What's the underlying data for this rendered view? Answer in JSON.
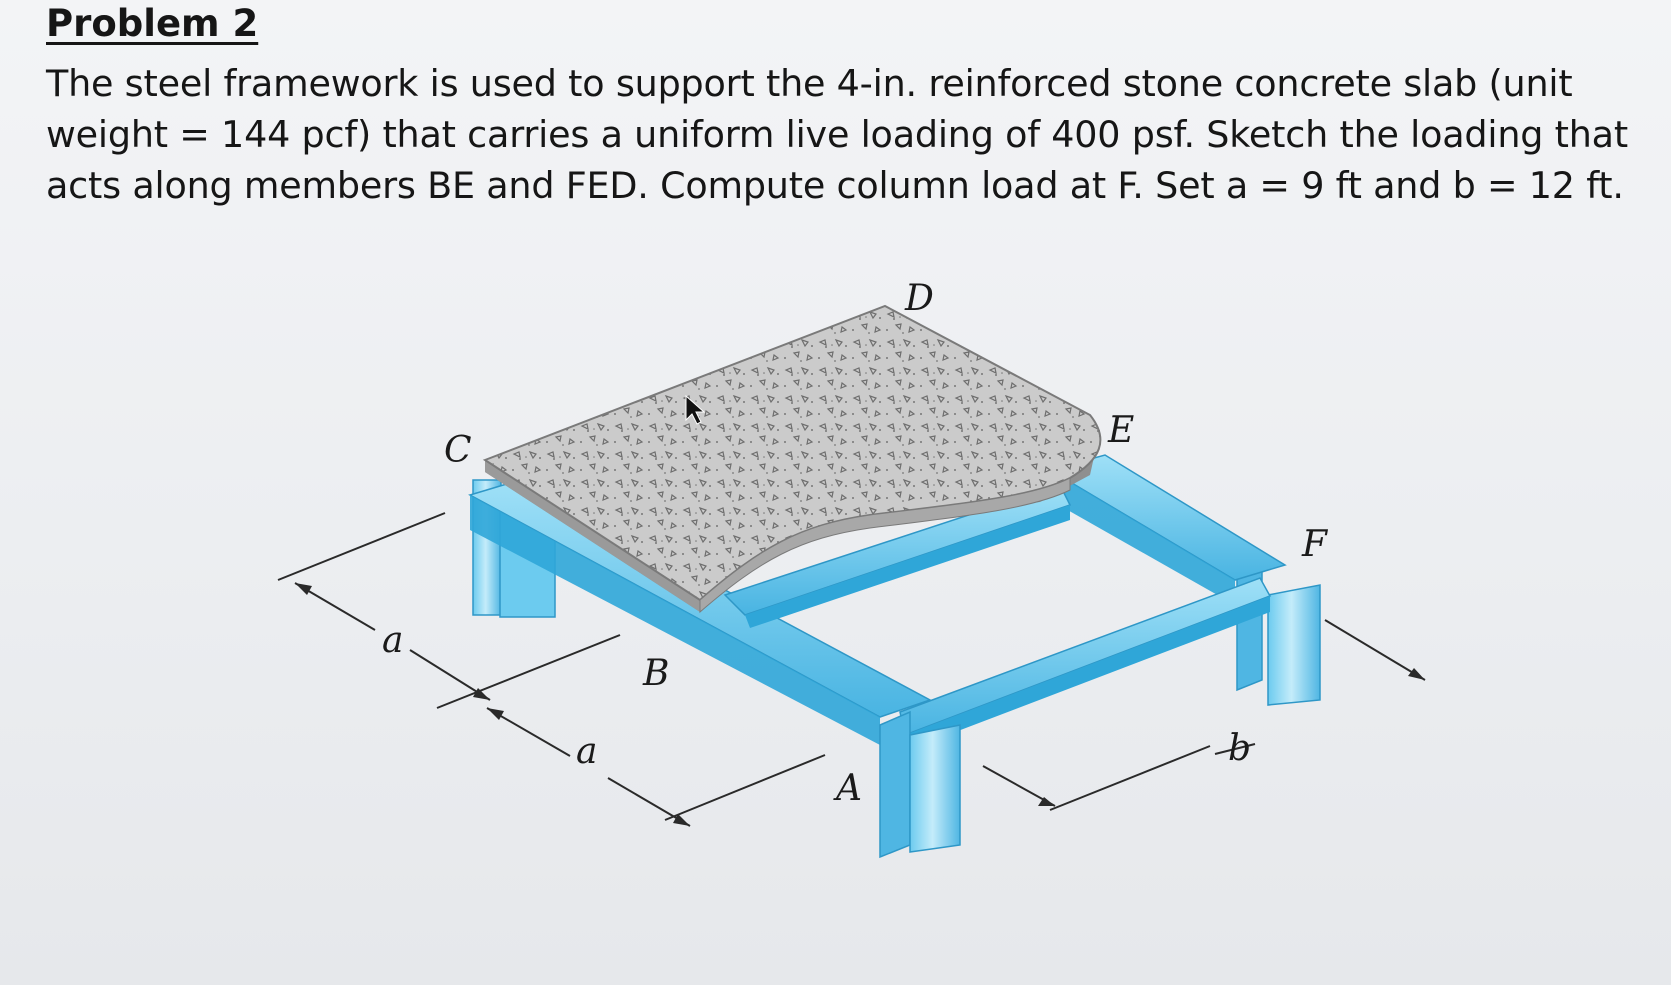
{
  "problem": {
    "title": "Problem 2",
    "statement": "The steel framework is used to support the 4-in. reinforced stone concrete slab (unit weight = 144 pcf) that carries a uniform live loading of 400 psf. Sketch the loading that acts along members BE and FED. Compute column load at F. Set a = 9 ft and b = 12 ft."
  },
  "figure": {
    "point_labels": {
      "A": "A",
      "B": "B",
      "C": "C",
      "D": "D",
      "E": "E",
      "F": "F"
    },
    "dimension_labels": {
      "a_upper": "a",
      "a_lower": "a",
      "b": "b"
    },
    "colors": {
      "steel": "#5cc6ec",
      "steel_dark": "#2b9ccf",
      "steel_light": "#a9e3f7",
      "concrete": "#c9c9c9",
      "concrete_edge": "#8e8e8e"
    }
  }
}
